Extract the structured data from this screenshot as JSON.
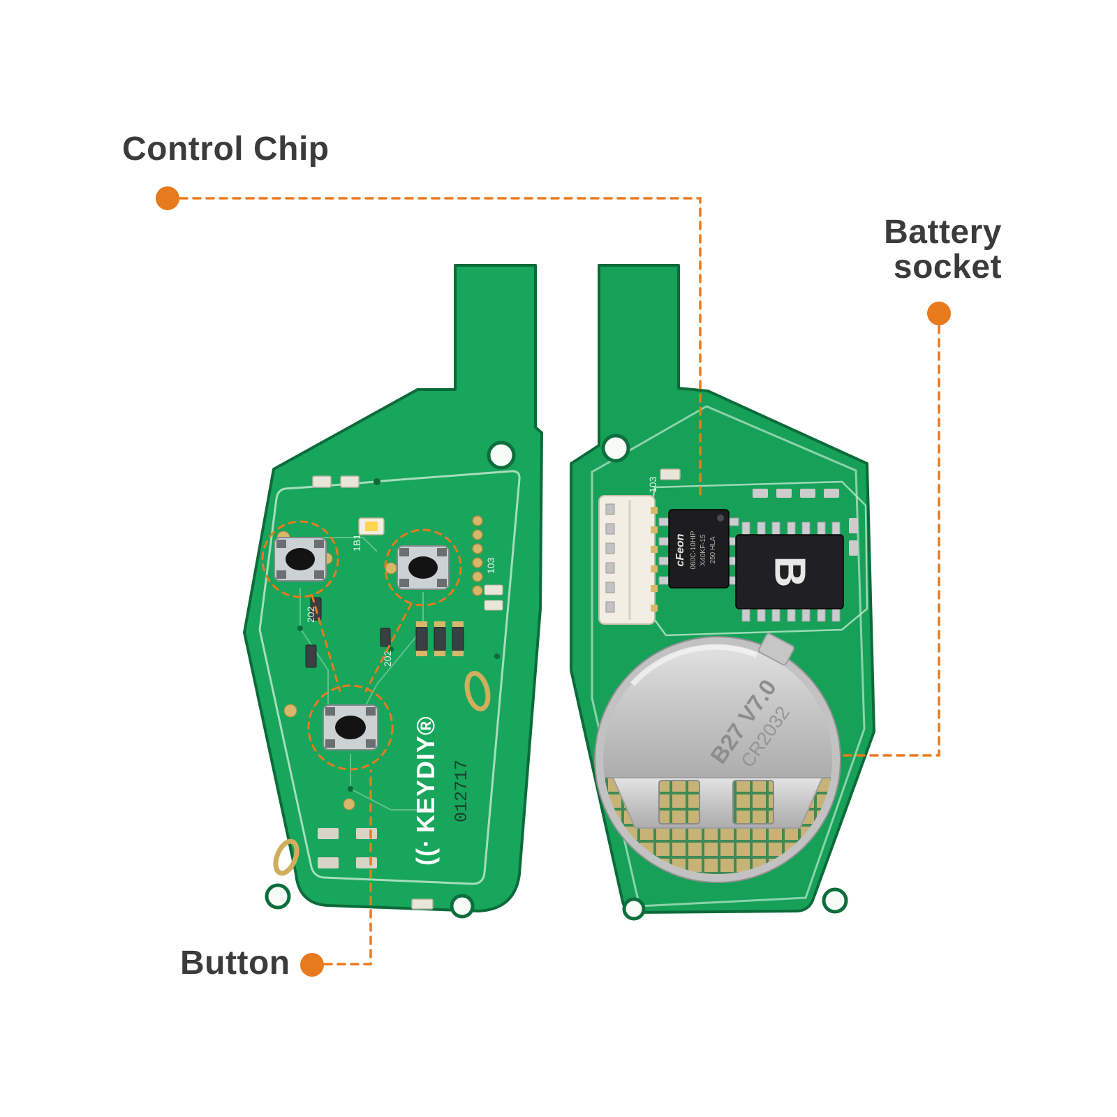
{
  "colors": {
    "accent_orange": "#e87a1e",
    "pcb_green": "#18a55c",
    "pcb_edge": "#0b6b3a",
    "label_text": "#3b3b3b"
  },
  "callouts": {
    "control_chip": {
      "label": "Control Chip"
    },
    "battery_socket": {
      "label_line1": "Battery",
      "label_line2": "socket"
    },
    "button": {
      "label": "Button"
    }
  },
  "left_pcb": {
    "brand_mark": "((·",
    "brand": "KEYDIY®",
    "serial": "012717",
    "ref_labels": [
      "202",
      "202",
      "1B1",
      "103"
    ]
  },
  "right_pcb": {
    "cap_label": "103",
    "control_chip_marking": [
      "cFeon",
      "060C-10HIP",
      "X40KF-15",
      "250 HLA"
    ],
    "chip_b_label": "B",
    "battery": {
      "marking_line1": "B27 V7.0",
      "marking_line2": "CR2032"
    }
  }
}
